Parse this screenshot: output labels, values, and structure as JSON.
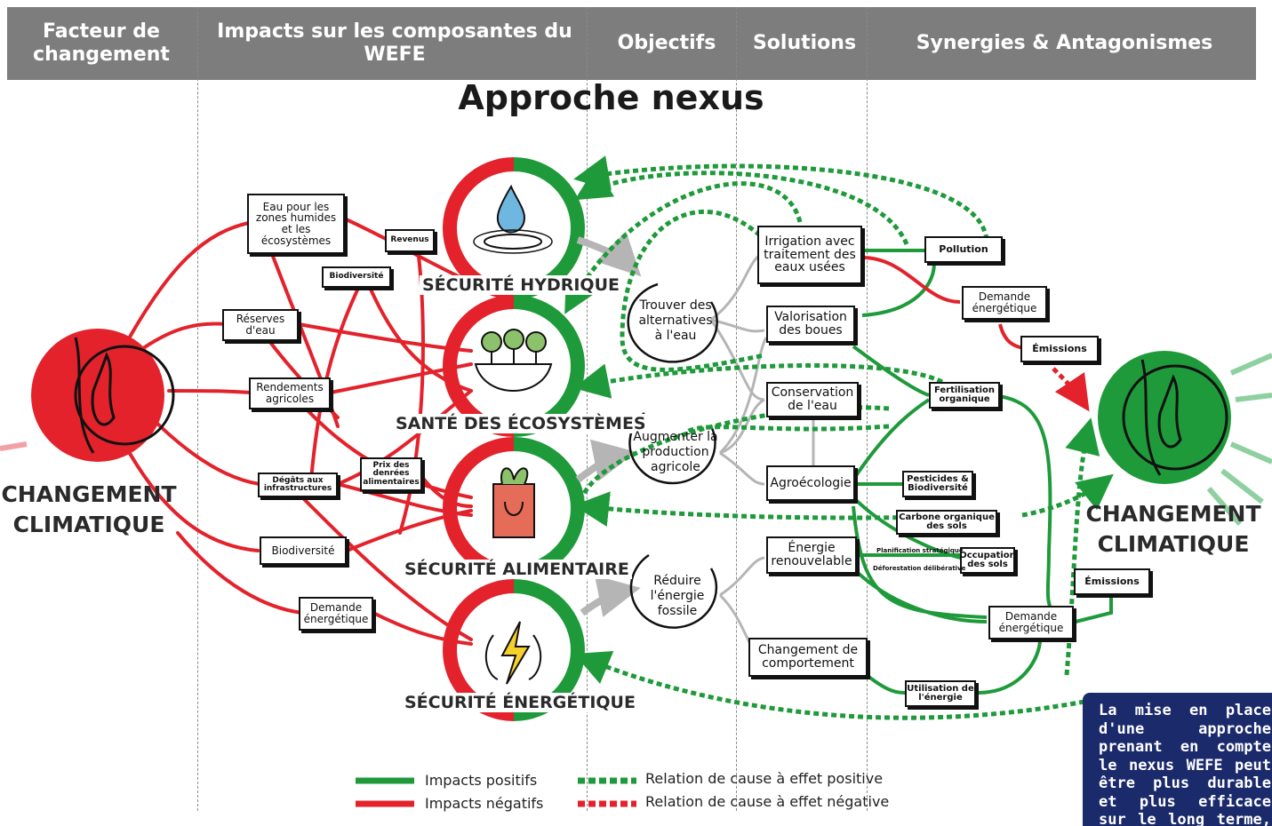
{
  "header": {
    "col1": "Facteur de changement",
    "col2": "Impacts sur les composantes du WEFE",
    "col3": "Objectifs",
    "col4": "Solutions",
    "col5": "Synergies & Antagonismes"
  },
  "title": "Approche nexus",
  "left_globe_label": "CHANGEMENT CLIMATIQUE",
  "right_globe_label": "CHANGEMENT CLIMATIQUE",
  "security_labels": {
    "water": "SÉCURITÉ HYDRIQUE",
    "ecosystems": "SANTÉ DES ÉCOSYSTÈMES",
    "food": "SÉCURITÉ ALIMENTAIRE",
    "energy": "SÉCURITÉ ÉNERGÉTIQUE"
  },
  "impact_boxes": {
    "eau_zones_humides": "Eau pour les zones humides et les écosystèmes",
    "revenus": "Revenus",
    "biodiversite_top": "Biodiversité",
    "reserves_eau": "Réserves d'eau",
    "rendements": "Rendements agricoles",
    "degats": "Dégâts aux infrastructures",
    "prix_denrees": "Prix des denrées alimentaires",
    "biodiversite": "Biodiversité",
    "demande_energetique": "Demande énergétique"
  },
  "objectives": {
    "water": "Trouver des alternatives à l'eau",
    "food": "Augmenter la production agricole",
    "energy": "Réduire l'énergie fossile"
  },
  "solutions": {
    "irrigation": "Irrigation avec traitement des eaux usées",
    "valorisation": "Valorisation des boues",
    "conservation": "Conservation de l'eau",
    "agroecologie": "Agroécologie",
    "energie_renouvelable": "Énergie renouvelable",
    "changement_comportement": "Changement de comportement"
  },
  "synergies": {
    "pollution": "Pollution",
    "demande_energetique_top": "Demande énergétique",
    "emissions_top": "Émissions",
    "fertilisation": "Fertilisation organique",
    "pesticides": "Pesticides & Biodiversité",
    "carbone": "Carbone organique des sols",
    "occupation": "Occupation des sols",
    "emissions": "Émissions",
    "demande_energetique": "Demande énergétique",
    "utilisation_energie": "Utilisation de l'énergie",
    "small_1": "Planification stratégique",
    "small_2": "Déforestation délibérative"
  },
  "legend": {
    "positive_impacts": "Impacts positifs",
    "negative_impacts": "Impacts négatifs",
    "positive_relation": "Relation de cause à effet positive",
    "negative_relation": "Relation de cause à effet négative"
  },
  "note": "La mise en place d'une approche prenant en compte le nexus WEFE peut être plus durable et plus efficace sur le long terme, malgré des investissements initiaux potentiellement plus élevés",
  "colors": {
    "positive": "#1f9a3b",
    "negative": "#e3222b",
    "header": "#7d7d7d",
    "note_bg": "#1b2a6b",
    "arrow_grey": "#b5b5b5"
  }
}
